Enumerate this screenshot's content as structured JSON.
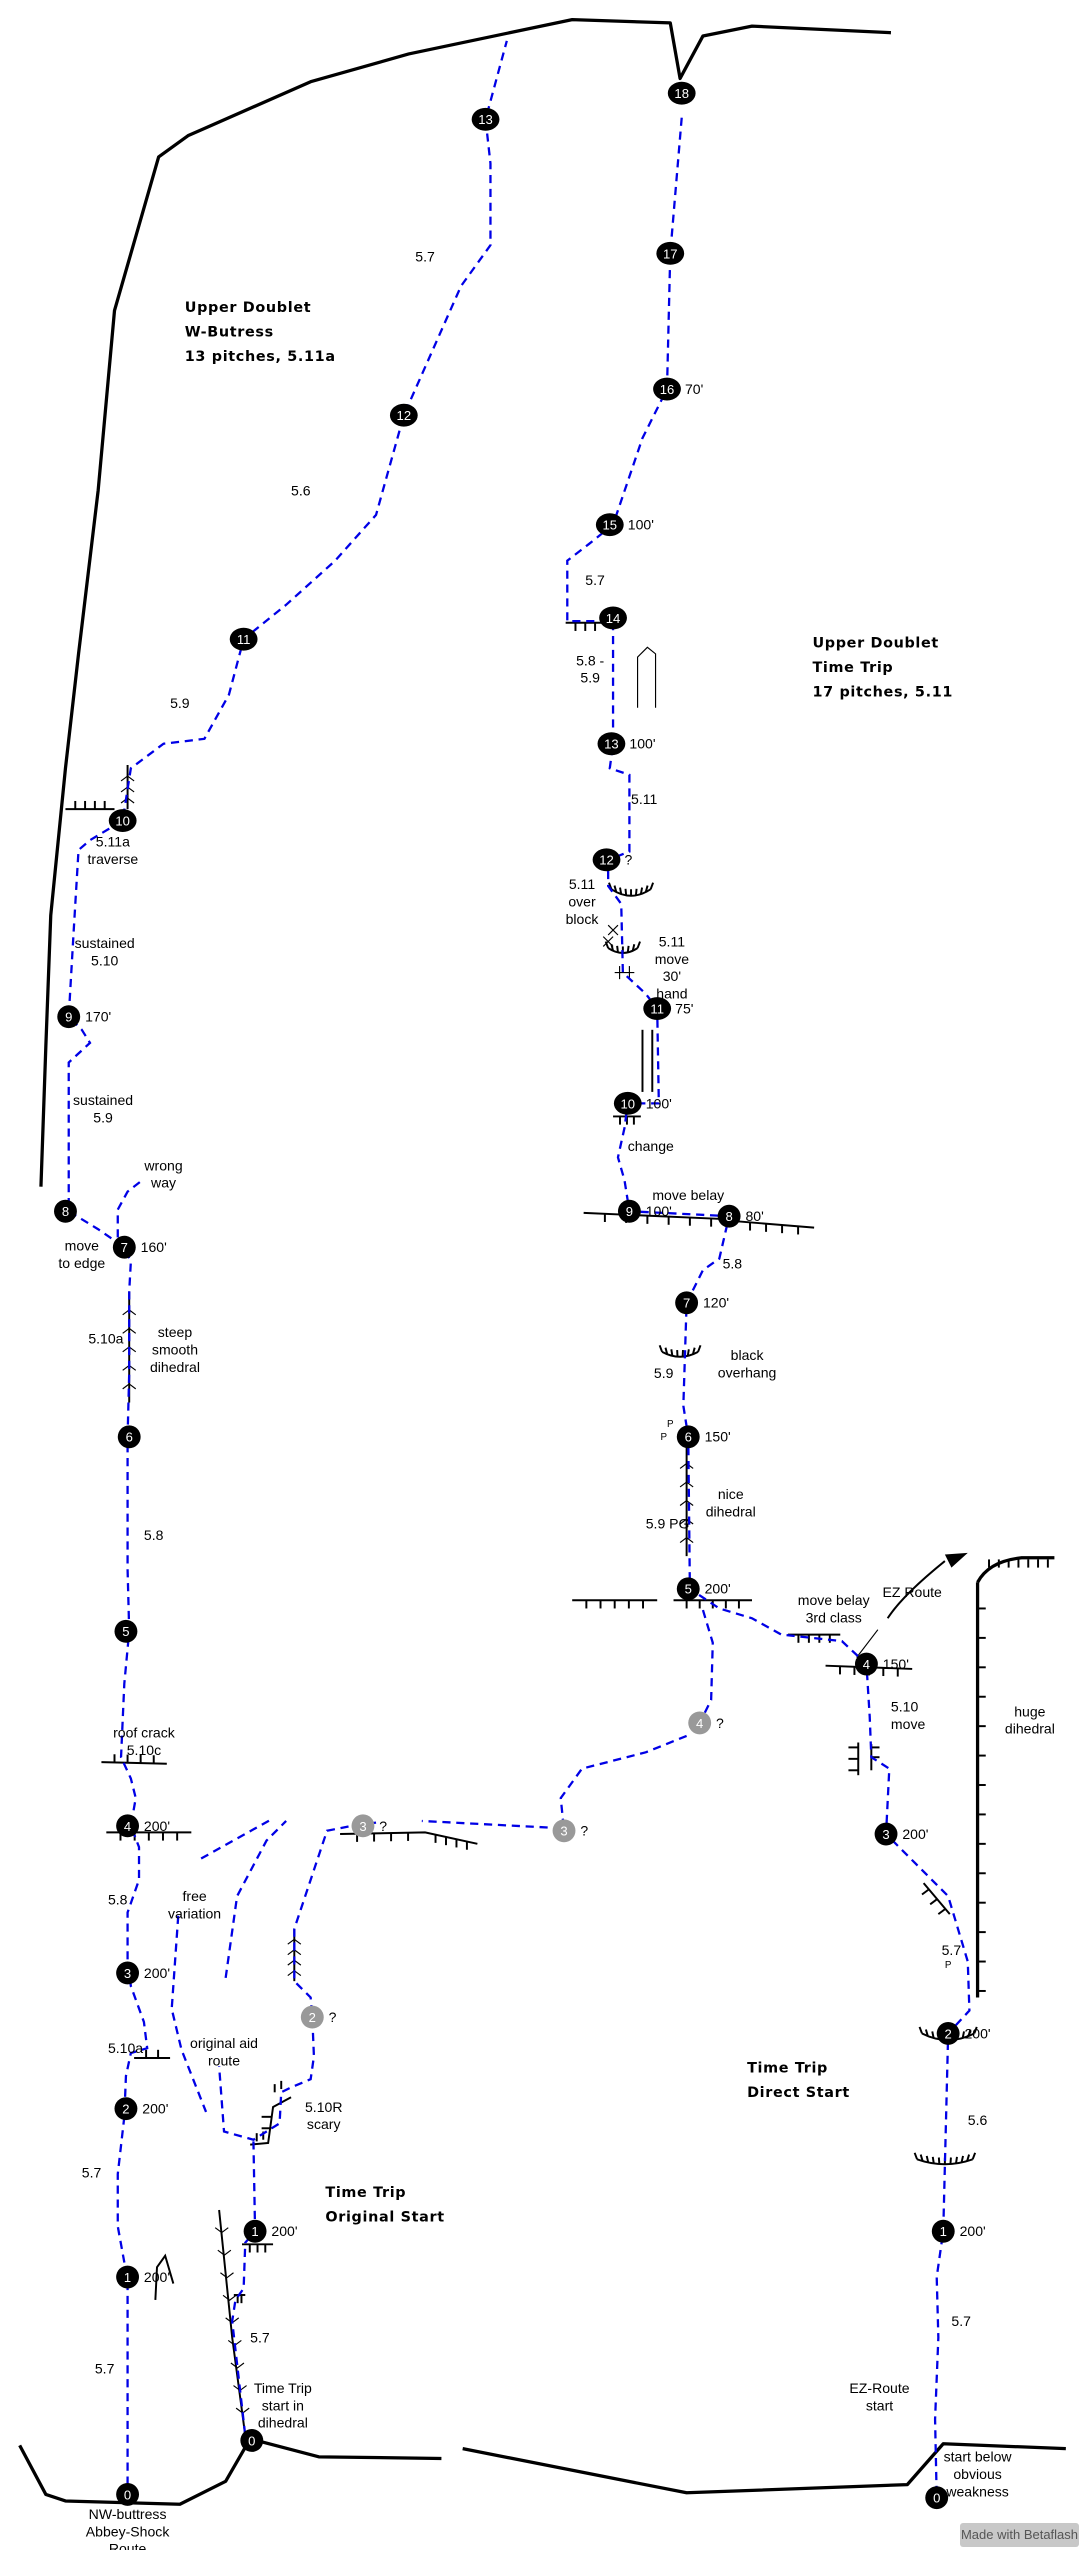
{
  "titles": {
    "w_buttress": [
      "Upper Doublet",
      "W-Butress",
      "13 pitches, 5.11a"
    ],
    "time_trip": [
      "Upper Doublet",
      "Time Trip",
      "17 pitches, 5.11"
    ],
    "original_start": [
      "Time Trip",
      "Original Start"
    ],
    "direct_start": [
      "Time Trip",
      "Direct Start"
    ]
  },
  "belays": {
    "w_buttress": [
      {
        "n": "0"
      },
      {
        "n": "1",
        "len": "200'"
      },
      {
        "n": "2",
        "len": "200'"
      },
      {
        "n": "3",
        "len": "200'"
      },
      {
        "n": "4",
        "len": "200'"
      },
      {
        "n": "5"
      },
      {
        "n": "6"
      },
      {
        "n": "7",
        "len": "160'"
      },
      {
        "n": "8"
      },
      {
        "n": "9",
        "len": "170'"
      },
      {
        "n": "10"
      },
      {
        "n": "11"
      },
      {
        "n": "12"
      },
      {
        "n": "13"
      }
    ],
    "time_trip": [
      {
        "n": "5",
        "len": "200'"
      },
      {
        "n": "6",
        "len": "150'"
      },
      {
        "n": "7",
        "len": "120'"
      },
      {
        "n": "8",
        "len": "80'"
      },
      {
        "n": "9",
        "len": "100'"
      },
      {
        "n": "10",
        "len": "100'"
      },
      {
        "n": "11",
        "len": "75'"
      },
      {
        "n": "12",
        "len": "?"
      },
      {
        "n": "13",
        "len": "100'"
      },
      {
        "n": "14"
      },
      {
        "n": "15",
        "len": "100'"
      },
      {
        "n": "16",
        "len": "70'"
      },
      {
        "n": "17"
      },
      {
        "n": "18"
      }
    ],
    "direct_start": [
      {
        "n": "0"
      },
      {
        "n": "1",
        "len": "200'"
      },
      {
        "n": "2",
        "len": "200'"
      },
      {
        "n": "3",
        "len": "200'"
      },
      {
        "n": "4",
        "len": "150'"
      }
    ],
    "original_start": [
      {
        "n": "0"
      },
      {
        "n": "1",
        "len": "200'"
      }
    ],
    "uncertain": [
      {
        "n": "2",
        "len": "?"
      },
      {
        "n": "3",
        "len": "?"
      },
      {
        "n": "3",
        "len": "?"
      },
      {
        "n": "4",
        "len": "?"
      }
    ]
  },
  "labels": [
    [
      "5.7"
    ],
    [
      "5.6"
    ],
    [
      "5.9"
    ],
    [
      "5.11a",
      "traverse"
    ],
    [
      "sustained",
      "5.10"
    ],
    [
      "sustained",
      "5.9"
    ],
    [
      "wrong",
      "way"
    ],
    [
      "move",
      "to edge"
    ],
    [
      "5.10a"
    ],
    [
      "steep",
      "smooth",
      "dihedral"
    ],
    [
      "5.8"
    ],
    [
      "roof crack",
      "5.10c"
    ],
    [
      "5.8"
    ],
    [
      "5.10a"
    ],
    [
      "5.7"
    ],
    [
      "5.7"
    ],
    [
      "NW-buttress",
      "Abbey-Shock",
      "Route"
    ],
    [
      "free",
      "variation"
    ],
    [
      "original aid",
      "route"
    ],
    [
      "5.10R",
      "scary"
    ],
    [
      "5.7"
    ],
    [
      "Time Trip",
      "start in",
      "dihedral"
    ],
    [
      "5.7"
    ],
    [
      "5.8 -",
      "5.9"
    ],
    [
      "5.11"
    ],
    [
      "5.11",
      "over",
      "block"
    ],
    [
      "5.11",
      "move",
      "30'",
      "hand"
    ],
    [
      "change"
    ],
    [
      "move belay"
    ],
    [
      "5.8"
    ],
    [
      "black",
      "overhang"
    ],
    [
      "5.9"
    ],
    [
      "nice",
      "dihedral"
    ],
    [
      "5.9 PG"
    ],
    [
      "move belay",
      "3rd class"
    ],
    [
      "EZ Route"
    ],
    [
      "huge",
      "dihedral"
    ],
    [
      "5.10",
      "move"
    ],
    [
      "5.7"
    ],
    [
      "5.6"
    ],
    [
      "5.7"
    ],
    [
      "EZ-Route",
      "start"
    ],
    [
      "start below",
      "obvious",
      "weakness"
    ],
    [
      "P"
    ],
    [
      "P"
    ],
    [
      "P"
    ]
  ],
  "watermark": "Made with Betaflash",
  "colors": {
    "route": "#0000e6",
    "belay": "#000000",
    "uncertain_belay": "#999999",
    "rock": "#000000"
  }
}
